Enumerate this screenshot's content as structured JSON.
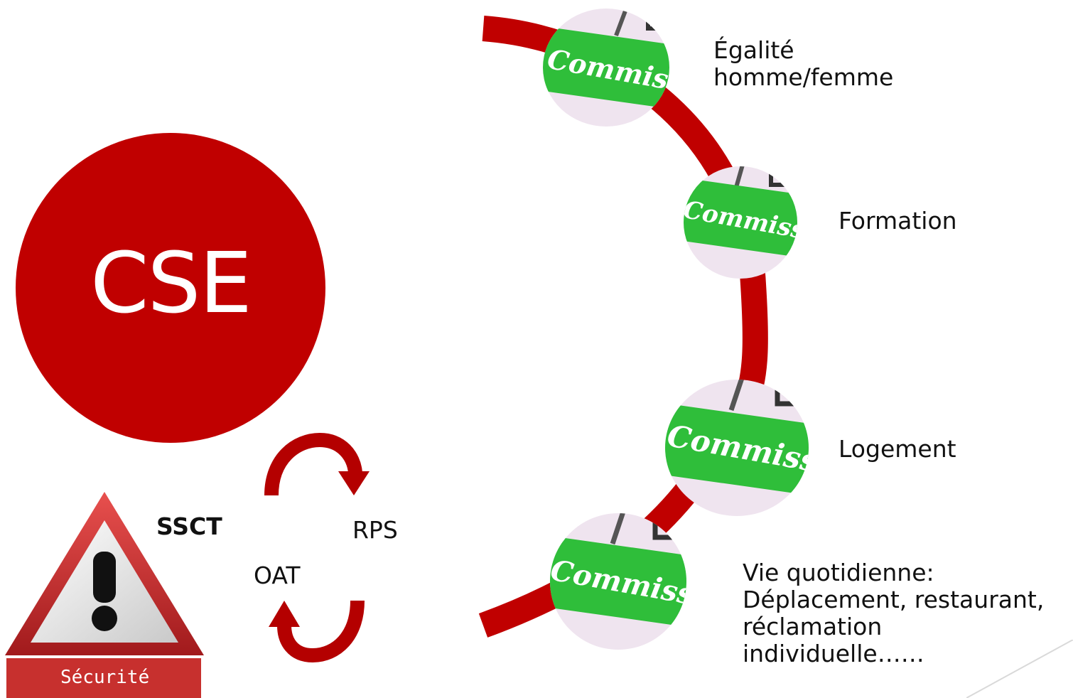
{
  "center": {
    "label": "CSE"
  },
  "ssct": {
    "title": "SSCT",
    "items": [
      "RPS",
      "OAT"
    ]
  },
  "warning_sign": {
    "text": "Sécurité"
  },
  "commissions": [
    {
      "image_text": "Commissio",
      "label_lines": [
        "Égalité",
        "homme/femme"
      ]
    },
    {
      "image_text": "Commissio",
      "label_lines": [
        "Formation"
      ]
    },
    {
      "image_text": "Commissio",
      "label_lines": [
        "Logement"
      ]
    },
    {
      "image_text": "Commissio",
      "label_lines": [
        "Vie quotidienne:",
        "Déplacement, restaurant,",
        "réclamation",
        "individuelle……"
      ]
    }
  ],
  "colors": {
    "brand_red": "#c00000",
    "commission_green": "#2fbe3a",
    "commission_bg": "#efe4ef",
    "warning_red": "#c0282a"
  }
}
